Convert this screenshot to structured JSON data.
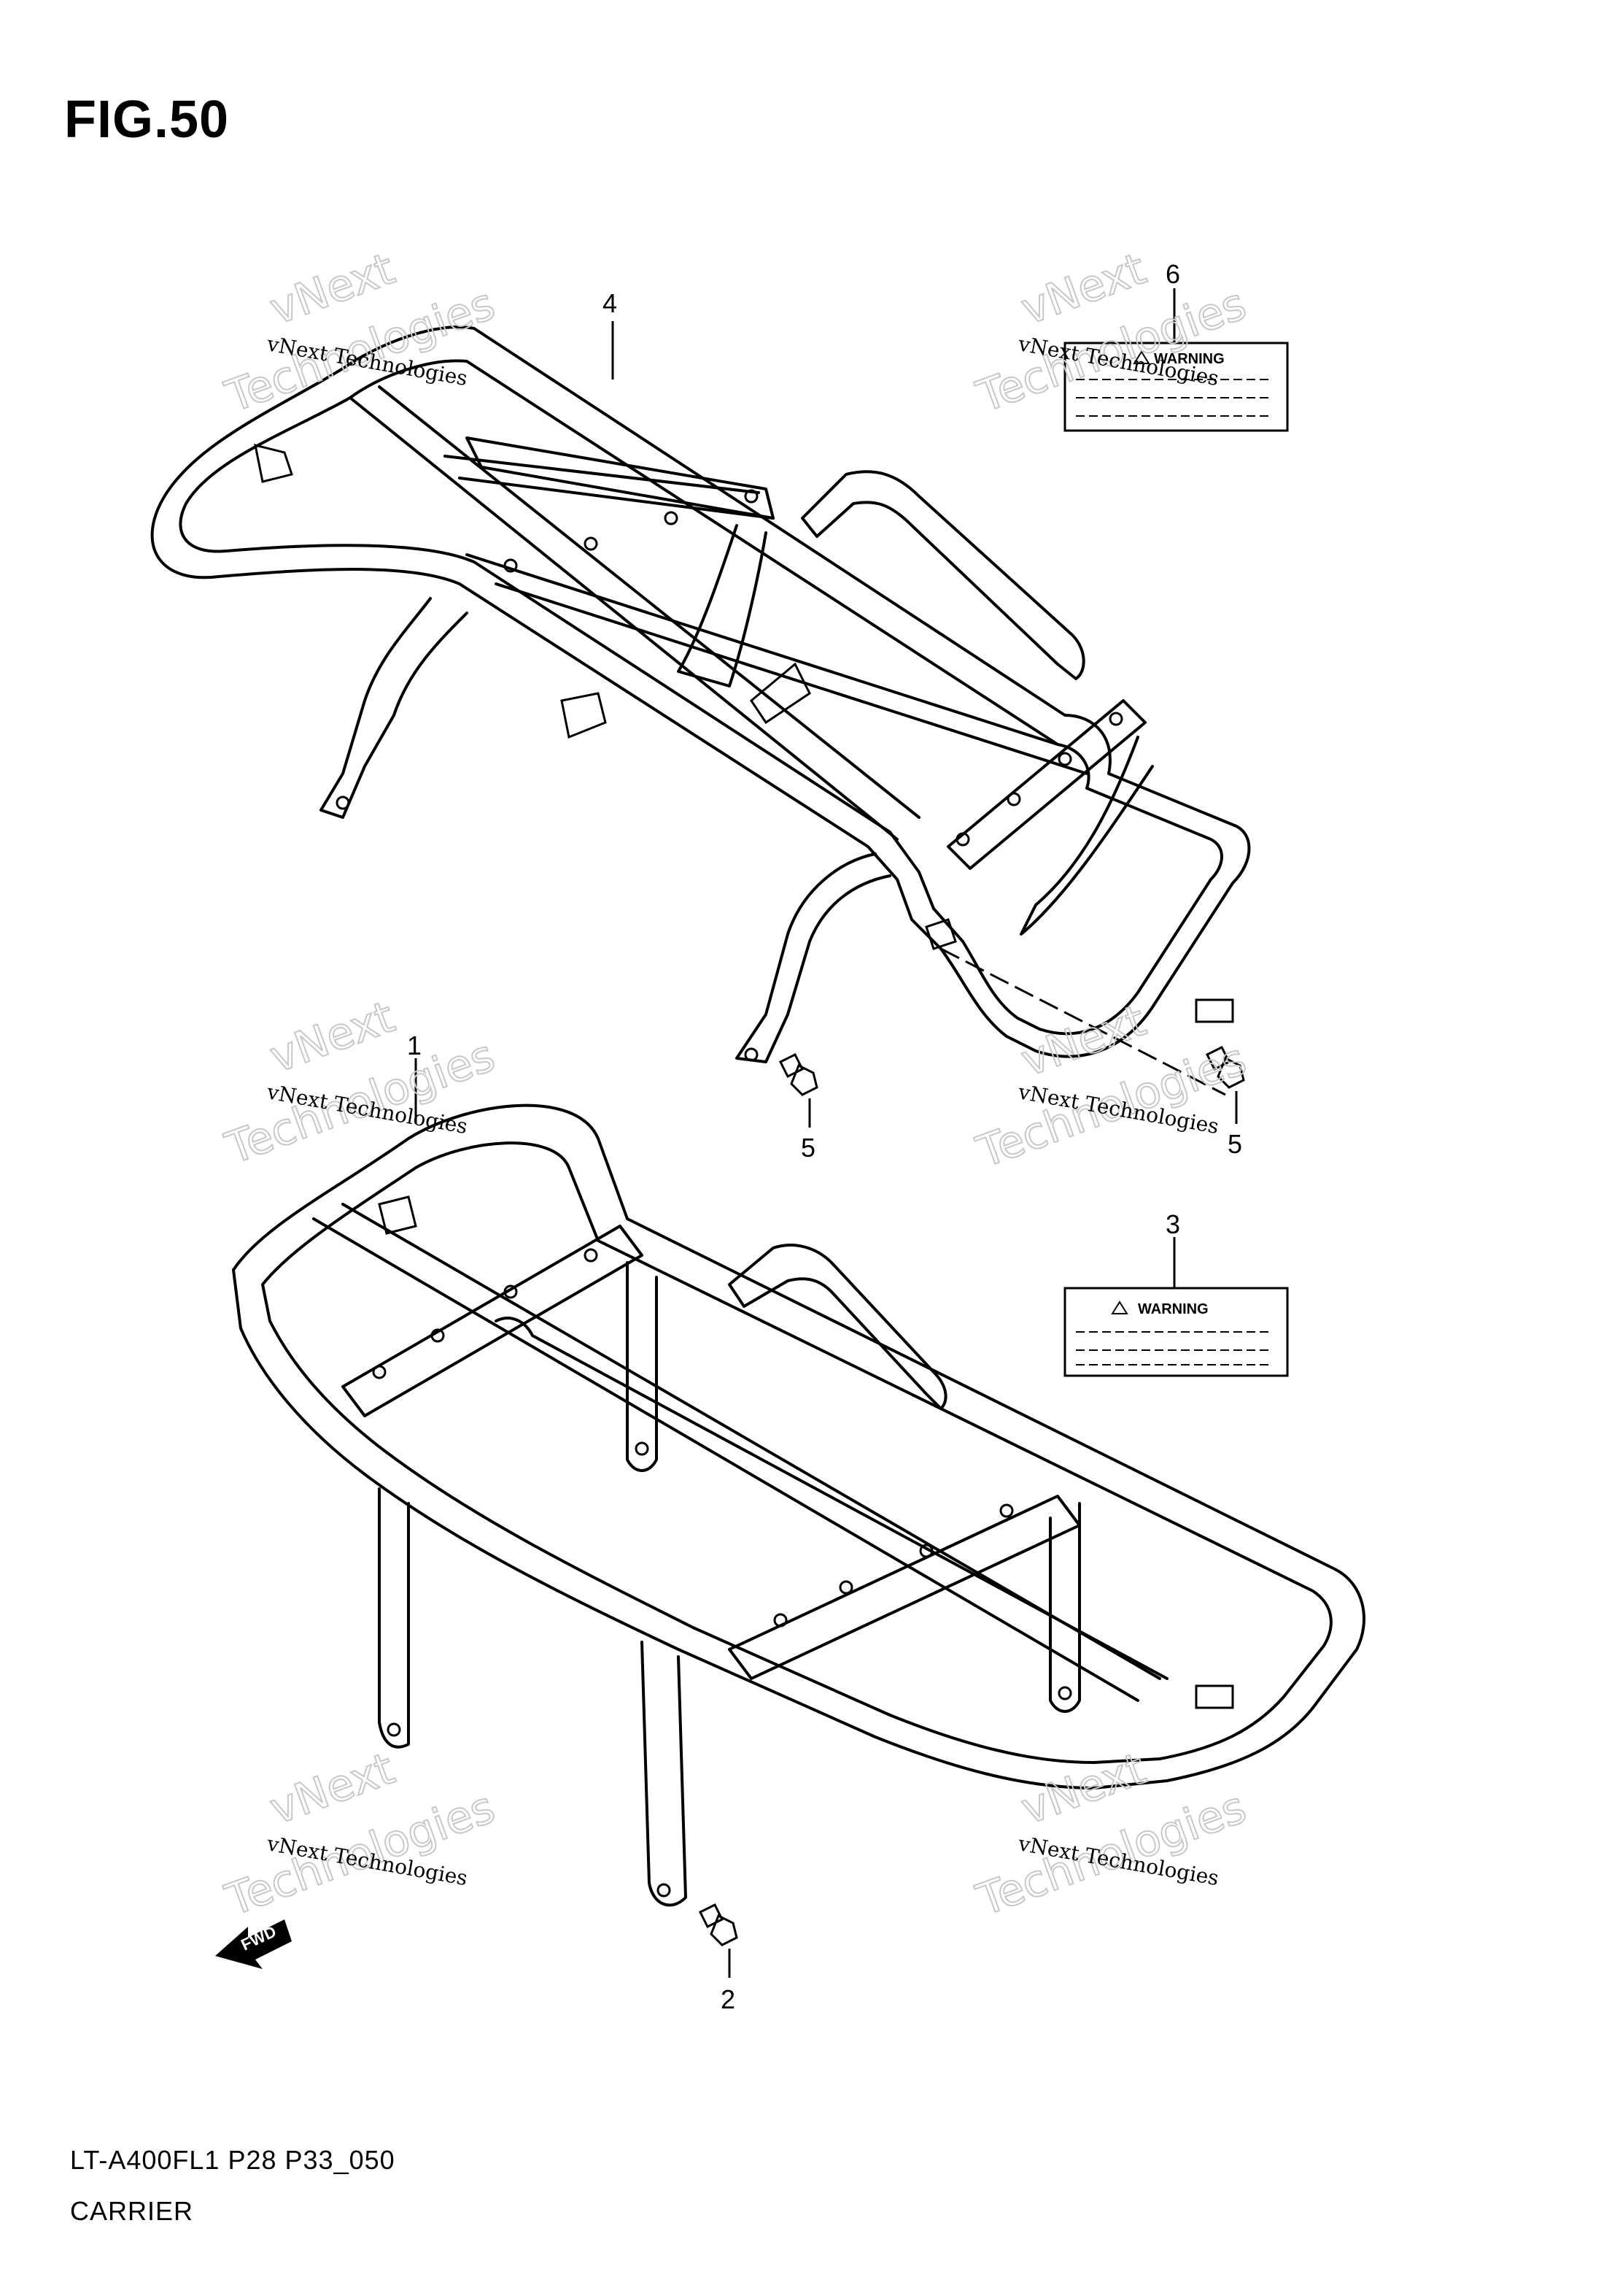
{
  "figure": {
    "title": "FIG.50",
    "model_code": "LT-A400FL1 P28 P33_050",
    "section_name": "CARRIER"
  },
  "parts": [
    {
      "ref": "1"
    },
    {
      "ref": "2"
    },
    {
      "ref": "3",
      "label_text": "WARNING"
    },
    {
      "ref": "4"
    },
    {
      "ref": "5"
    },
    {
      "ref": "5"
    },
    {
      "ref": "6",
      "label_text": "WARNING"
    }
  ],
  "watermark": {
    "line1": "vNext Technologies",
    "line2a": "vNext",
    "line2b": "Technologies"
  },
  "direction_arrow": {
    "text": "FWD"
  }
}
